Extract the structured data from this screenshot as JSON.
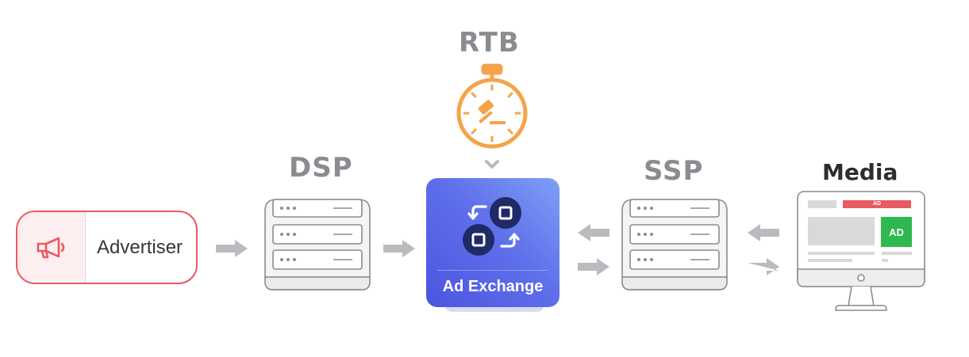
{
  "labels": {
    "rtb": "RTB",
    "dsp": "DSP",
    "ssp": "SSP",
    "media": "Media"
  },
  "advertiser": {
    "label": "Advertiser",
    "icon": "megaphone-icon"
  },
  "ad_exchange": {
    "label": "Ad Exchange",
    "icon": "exchange-icon"
  },
  "media_screen": {
    "banner_label": "AD",
    "box_label": "AD"
  },
  "colors": {
    "gray_label": "#8a8c90",
    "dark_label": "#2b2d31",
    "advertiser_accent": "#e85b61",
    "rtb_orange": "#f5a34a",
    "exchange_blue": "#4b55e0",
    "ad_red": "#e85b61",
    "ad_green": "#2fb84f",
    "arrow_gray": "#b9bbbf"
  }
}
